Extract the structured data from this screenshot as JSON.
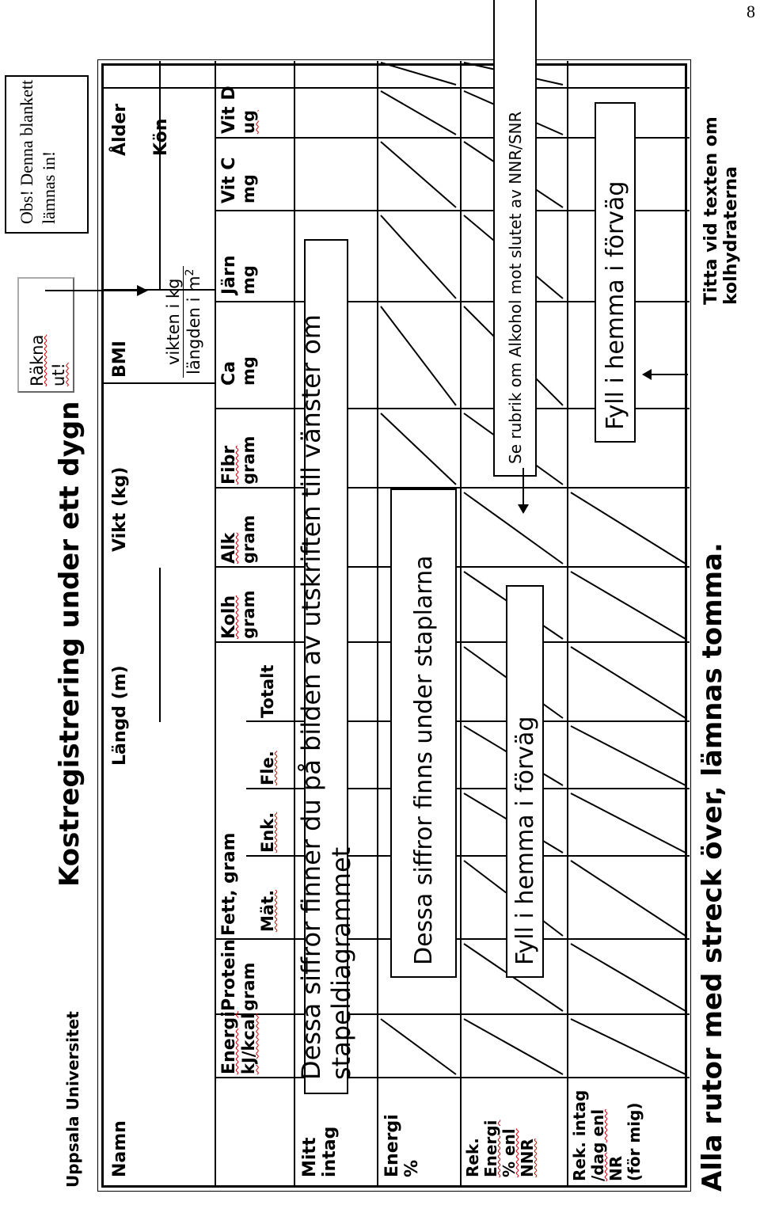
{
  "page_number": "8",
  "side_note": {
    "text": "Obs! Denna blankett lämnas in!"
  },
  "rakna_box": {
    "line1": "Räkna",
    "line2": "ut!"
  },
  "header": {
    "left": "Uppsala Universitet",
    "title": "Kostregistrering under ett dygn"
  },
  "personal": {
    "name_label": "Namn",
    "length_label": "Längd (m)",
    "weight_label": "Vikt (kg)",
    "bmi_label": "BMI",
    "bmi_numerator": "vikten i kg",
    "bmi_denominator": "längden i m",
    "bmi_exponent": "2",
    "age_label": "Ålder",
    "sex_label": "Kön"
  },
  "nutrients": [
    {
      "name": "Energi",
      "unit": "kJ/kcal"
    },
    {
      "name": "Protein",
      "unit": "gram"
    },
    {
      "name": "Fett, gram",
      "unit": ""
    },
    {
      "name": "",
      "unit": "Mät."
    },
    {
      "name": "",
      "unit": "Enk."
    },
    {
      "name": "",
      "unit": "Fle."
    },
    {
      "name": "",
      "unit": "Totalt"
    },
    {
      "name": "Kolh",
      "unit": "gram"
    },
    {
      "name": "Alk",
      "unit": "gram"
    },
    {
      "name": "Fibr",
      "unit": "gram"
    },
    {
      "name": "Ca",
      "unit": "mg"
    },
    {
      "name": "Järn",
      "unit": "mg"
    },
    {
      "name": "Vit C",
      "unit": "mg"
    },
    {
      "name": "Vit D",
      "unit": "ug"
    }
  ],
  "rows": [
    {
      "line1": "Mitt",
      "line2": "intag"
    },
    {
      "line1": "Energi",
      "line2": "%"
    },
    {
      "line1": "Rek.",
      "line2": "Energi",
      "line3": "% enl",
      "line4": "NNR"
    },
    {
      "line1": "Rek. intag",
      "line2": "/dag enl",
      "line3": "NR",
      "line4": "(för mig)"
    }
  ],
  "callouts": {
    "bildtext": "Dessa siffror finner du på bilden av utskriften till vänster om stapeldiagrammet",
    "staplarna": "Dessa siffror finns under staplarna",
    "fyll1": "Fyll i hemma i förväg",
    "alkohol": "Se rubrik om Alkohol mot slutet av NNR/SNR",
    "fyll2": "Fyll i hemma i förväg"
  },
  "footer": {
    "left": "Alla rutor med streck över, lämnas tomma.",
    "right": "Titta vid texten om kolhydraterna"
  }
}
